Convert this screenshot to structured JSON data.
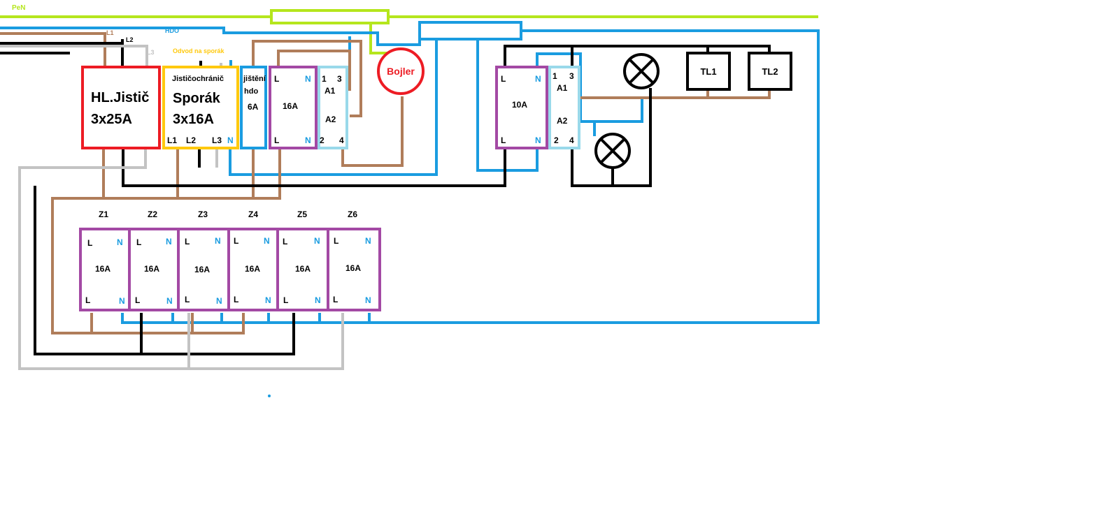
{
  "labels": {
    "pen": "PeN",
    "l1": "L1",
    "l2": "L2",
    "l3": "L3",
    "hdo": "HDO",
    "odvod": "Odvod na  sporák",
    "bojler": "Bojler"
  },
  "main_breaker": {
    "line1": "HL.Jistič",
    "line2": "3x25A"
  },
  "rcbo": {
    "top": "Jističochránič",
    "line1": "Sporák",
    "line2": "3x16A",
    "terminals": [
      "L1",
      "L2",
      "L3",
      "N"
    ]
  },
  "hdo_breaker": {
    "line1": "jištění",
    "line2": "hdo",
    "line3": "6A"
  },
  "breaker_16a": {
    "l": "L",
    "n": "N",
    "rating": "16A"
  },
  "contactor_1": {
    "t1": "1",
    "t3": "3",
    "a1": "A1",
    "a2": "A2",
    "t2": "2",
    "t4": "4"
  },
  "breaker_10a": {
    "l": "L",
    "n": "N",
    "rating": "10A"
  },
  "contactor_2": {
    "t1": "1",
    "t3": "3",
    "a1": "A1",
    "a2": "A2",
    "t2": "2",
    "t4": "4"
  },
  "buttons": [
    "TL1",
    "TL2"
  ],
  "circuits": [
    {
      "name": "Z1",
      "l": "L",
      "n": "N",
      "rating": "16A"
    },
    {
      "name": "Z2",
      "l": "L",
      "n": "N",
      "rating": "16A"
    },
    {
      "name": "Z3",
      "l": "L",
      "n": "N",
      "rating": "16A"
    },
    {
      "name": "Z4",
      "l": "L",
      "n": "N",
      "rating": "16A"
    },
    {
      "name": "Z5",
      "l": "L",
      "n": "N",
      "rating": "16A"
    },
    {
      "name": "Z6",
      "l": "L",
      "n": "N",
      "rating": "16A"
    }
  ],
  "colors": {
    "pen": "#b5e61d",
    "l1": "#b07d5a",
    "l2": "#000000",
    "l3": "#c3c3c3",
    "neutral": "#1a9ce0",
    "main_breaker": "#ed1c24",
    "rcbo": "#ffc90e",
    "breaker": "#a349a4",
    "contactor": "#99d9ea",
    "bojler": "#ed1c24",
    "odvod_label": "#ffc90e"
  }
}
